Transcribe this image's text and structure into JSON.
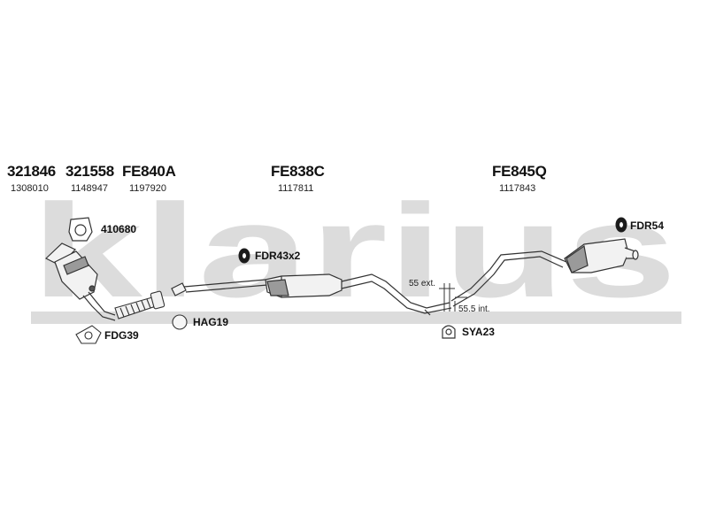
{
  "watermark": "klarius",
  "headers": [
    {
      "code": "321846",
      "ref": "1308010"
    },
    {
      "code": "321558",
      "ref": "1148947"
    },
    {
      "code": "FE840A",
      "ref": "1197920"
    },
    {
      "code": "FE838C",
      "ref": "1117811"
    },
    {
      "code": "FE845Q",
      "ref": "1117843"
    }
  ],
  "parts": {
    "gasket_top": "410680",
    "bracket_mid": "FDR43x2",
    "bracket_rear": "FDR54",
    "gasket_bottom": "FDG39",
    "ring": "HAG19",
    "clamp": "SYA23"
  },
  "notes": {
    "ext": "55 ext.",
    "int": "55.5 int."
  },
  "colors": {
    "watermark": "#dcdcdc",
    "line": "#333333",
    "fill": "#f2f2f2",
    "shade": "#9a9a9a"
  }
}
